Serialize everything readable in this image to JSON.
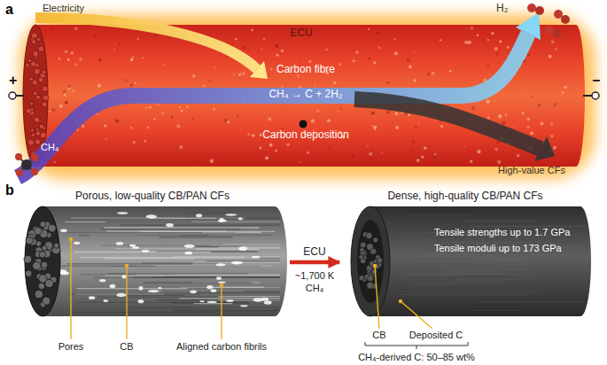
{
  "diagram": {
    "nodes": [
      {
        "text": [
          "ECU",
          "Carbon fibre",
          "CH₄ → C + 2H₂",
          "Carbon deposition"
        ]
      },
      {
        "text": [
          "Porous, low-quality CB/PAN CFs"
        ]
      },
      {
        "text": [
          "Dense, high-quality CB/PAN CFs",
          "Tensile strengths up to 1.7 GPa",
          "Tensile moduli up to 173 GPa"
        ]
      }
    ],
    "edges": [
      {
        "from": 1,
        "to": 2,
        "arrow": "to",
        "label": "ECU"
      }
    ],
    "labels": [
      "a",
      "Electricity",
      "+",
      "CH₄",
      "H₂",
      "−",
      "High-value CFs",
      "b",
      "~1,700 K",
      "CH₄",
      "Pores",
      "CB",
      "Aligned carbon fibrils",
      "CB",
      "Deposited C",
      "CH₄-derived C: 50–85 wt%"
    ]
  }
}
